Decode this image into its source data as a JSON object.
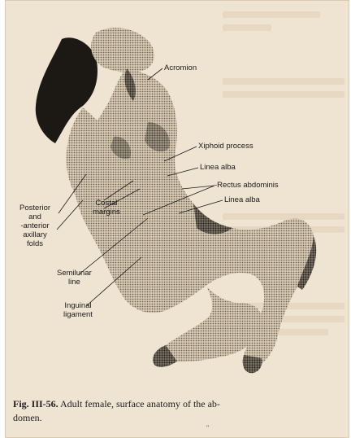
{
  "labels": {
    "acromion": "Acromion",
    "xiphoid": "Xiphoid process",
    "linea_alba_upper": "Linea alba",
    "rectus": "-Rectus abdominis",
    "linea_alba_lower": "Linea alba",
    "costal_line1": "Costal",
    "costal_line2": "margins",
    "posterior_line1": "Posterior",
    "posterior_line2": "and",
    "posterior_line3": "-anterior",
    "posterior_line4": "axillary",
    "posterior_line5": "folds",
    "semilunar_line1": "Semilunar",
    "semilunar_line2": "line",
    "inguinal_line1": "Inguinal",
    "inguinal_line2": "ligament"
  },
  "caption": {
    "figure_number": "Fig. III-56.",
    "text_line1": "Adult female, surface anatomy of the ab-",
    "text_line2": "domen."
  },
  "page_mark": "\""
}
